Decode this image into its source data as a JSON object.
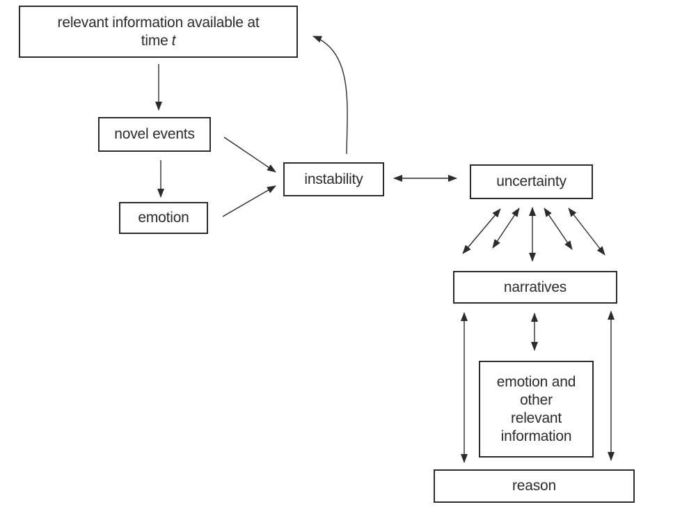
{
  "figure": {
    "background": "#ffffff",
    "ink_color": "#2b2b2b",
    "nodes": {
      "relevant_info": {
        "line1": "relevant information available at",
        "line2_prefix": "time",
        "line2_italic": "t"
      },
      "novel_events": {
        "label": "novel events"
      },
      "emotion": {
        "label": "emotion"
      },
      "instability": {
        "label": "instability"
      },
      "uncertainty": {
        "label": "uncertainty"
      },
      "narratives": {
        "label": "narratives"
      },
      "emotion_info": {
        "lines": [
          "emotion and",
          "other",
          "relevant",
          "information"
        ]
      },
      "reason": {
        "label": "reason"
      }
    },
    "edges": [
      {
        "from": "relevant information available at time t",
        "to": "novel events",
        "direction": "one-way"
      },
      {
        "from": "novel events",
        "to": "emotion",
        "direction": "one-way"
      },
      {
        "from": "novel events",
        "to": "instability",
        "direction": "one-way"
      },
      {
        "from": "emotion",
        "to": "instability",
        "direction": "one-way"
      },
      {
        "from": "instability",
        "to": "uncertainty",
        "direction": "two-way"
      },
      {
        "from": "instability",
        "to": "relevant information available at time t",
        "direction": "one-way",
        "style": "curved"
      },
      {
        "from": "uncertainty",
        "to": "narratives",
        "direction": "two-way",
        "count": 5,
        "style": "fan"
      },
      {
        "from": "narratives",
        "to": "emotion and other relevant information",
        "direction": "two-way"
      },
      {
        "from": "narratives",
        "to": "reason",
        "direction": "two-way",
        "side": "left"
      },
      {
        "from": "narratives",
        "to": "reason",
        "direction": "two-way",
        "side": "right"
      }
    ]
  }
}
